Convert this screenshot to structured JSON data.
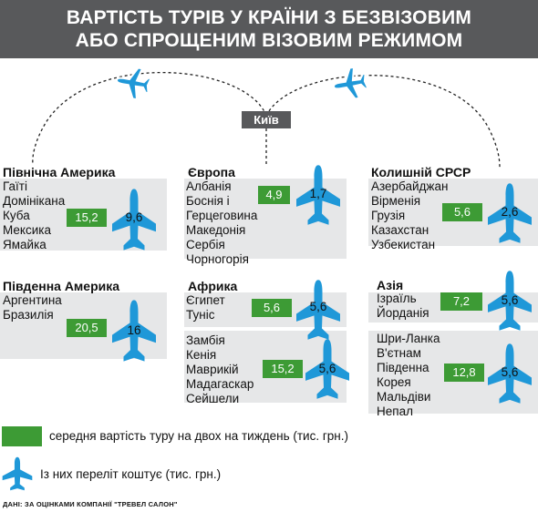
{
  "title_line1": "ВАРТІСТЬ ТУРІВ У КРАЇНИ З БЕЗВІЗОВИМ",
  "title_line2": "АБО СПРОЩЕНИМ ВІЗОВИМ РЕЖИМОМ",
  "hub_label": "Київ",
  "colors": {
    "header": "#58595b",
    "panel": "#e6e7e8",
    "green": "#3d9b35",
    "plane": "#1f98d8"
  },
  "regions": {
    "north_america": {
      "title": "Північна Америка",
      "countries": [
        "Гаїті",
        "Домініканa",
        "Куба",
        "Мексика",
        "Ямайка"
      ],
      "tour": "15,2",
      "flight": "9,6"
    },
    "south_america": {
      "title": "Південна Америка",
      "countries": [
        "Аргентина",
        "Бразилія"
      ],
      "tour": "20,5",
      "flight": "16"
    },
    "europe": {
      "title": "Європа",
      "countries": [
        "Албанія",
        "Боснія і",
        "Герцеговина",
        "Македонія",
        "Сербія",
        "Чорногорія"
      ],
      "tour": "4,9",
      "flight": "1,7"
    },
    "africa": {
      "title": "Африка",
      "countries": [
        "Єгипет",
        "Туніс"
      ],
      "tour": "5,6",
      "flight": "5,6"
    },
    "africa_south": {
      "countries": [
        "Замбія",
        "Кенія",
        "Маврикій",
        "Мадагаскар",
        "Сейшели"
      ],
      "tour": "15,2",
      "flight": "5,6"
    },
    "ussr": {
      "title": "Колишній СРСР",
      "countries": [
        "Азербайджан",
        "Вірменія",
        "Грузія",
        "Казахстан",
        "Узбекистан"
      ],
      "tour": "5,6",
      "flight": "2,6"
    },
    "asia": {
      "title": "Азія",
      "countries": [
        "Ізраїль",
        "Йорданія"
      ],
      "tour": "7,2",
      "flight": "5,6"
    },
    "asia_south": {
      "countries": [
        "Шри-Ланка",
        "В'єтнам",
        "Південна",
        "Корея",
        "Мальдіви",
        "Непал"
      ],
      "tour": "12,8",
      "flight": "5,6"
    }
  },
  "legend": {
    "green_label": "середня вартість туру на двох на тиждень (тис. грн.)",
    "plane_label": "Із них переліт коштує (тис. грн.)"
  },
  "source": "ДАНІ: ЗА ОЦІНКАМИ КОМПАНІЇ \"ТРЕВЕЛ САЛОН\""
}
